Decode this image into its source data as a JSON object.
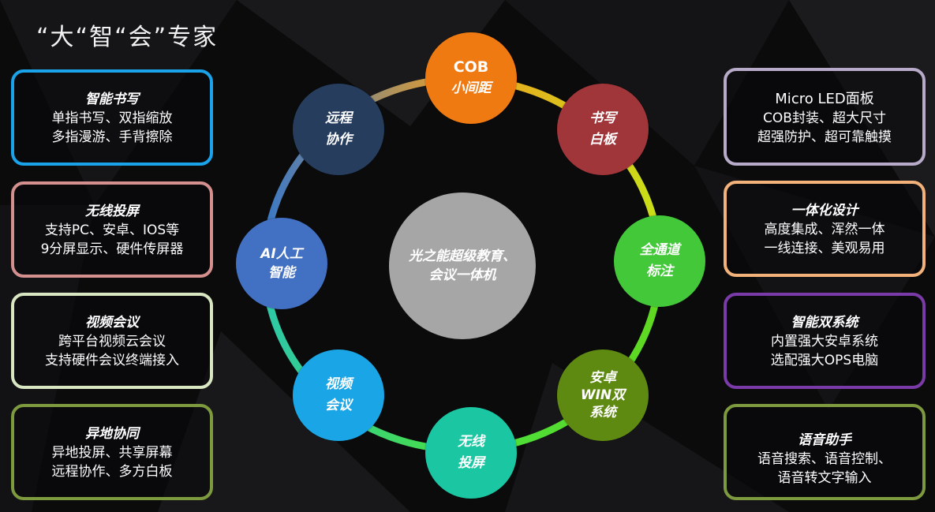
{
  "title": "“大“智“会”专家",
  "center": {
    "line1": "光之能超级教育、",
    "line2": "会议一体机"
  },
  "nodes": [
    {
      "line1": "COB",
      "line2": "小间距",
      "color": "#f07a12"
    },
    {
      "line1": "书写",
      "line2": "白板",
      "color": "#a0363a"
    },
    {
      "line1": "全通道",
      "line2": "标注",
      "color": "#43c83a"
    },
    {
      "line1": "安卓",
      "line2": "WIN双",
      "line3": "系统",
      "color": "#5f8a12"
    },
    {
      "line1": "无线",
      "line2": "投屏",
      "color": "#1bc6a3"
    },
    {
      "line1": "视频",
      "line2": "会议",
      "color": "#1aa6e6"
    },
    {
      "line1": "AI人工",
      "line2": "智能",
      "color": "#4270c2"
    },
    {
      "line1": "远程",
      "line2": "协作",
      "color": "#263d5e"
    }
  ],
  "left_cards": [
    {
      "title": "智能书写",
      "lines": [
        "单指书写、双指缩放",
        "多指漫游、手背擦除"
      ],
      "border": "#1aa3e8"
    },
    {
      "title": "无线投屏",
      "lines": [
        "支持PC、安卓、IOS等",
        "9分屏显示、硬件传屏器"
      ],
      "border": "#d48f8f"
    },
    {
      "title": "视频会议",
      "lines": [
        "跨平台视频云会议",
        "支持硬件会议终端接入"
      ],
      "border": "#d8e6c2"
    },
    {
      "title": "异地协同",
      "lines": [
        "异地投屏、共享屏幕",
        "远程协作、多方白板"
      ],
      "border": "#7e9a3e"
    }
  ],
  "right_cards": [
    {
      "title": "Micro LED面板",
      "lines": [
        "COB封装、超大尺寸",
        "超强防护、超可靠触摸"
      ],
      "border": "#b7abc9"
    },
    {
      "title": "一体化设计",
      "lines": [
        "高度集成、浑然一体",
        "一线连接、美观易用"
      ],
      "border": "#f3b27a"
    },
    {
      "title": "智能双系统",
      "lines": [
        "内置强大安卓系统",
        "选配强大OPS电脑"
      ],
      "border": "#7a3aa8"
    },
    {
      "title": "语音助手",
      "lines": [
        "语音搜索、语音控制、",
        "语音转文字输入"
      ],
      "border": "#7e9a3e"
    }
  ]
}
